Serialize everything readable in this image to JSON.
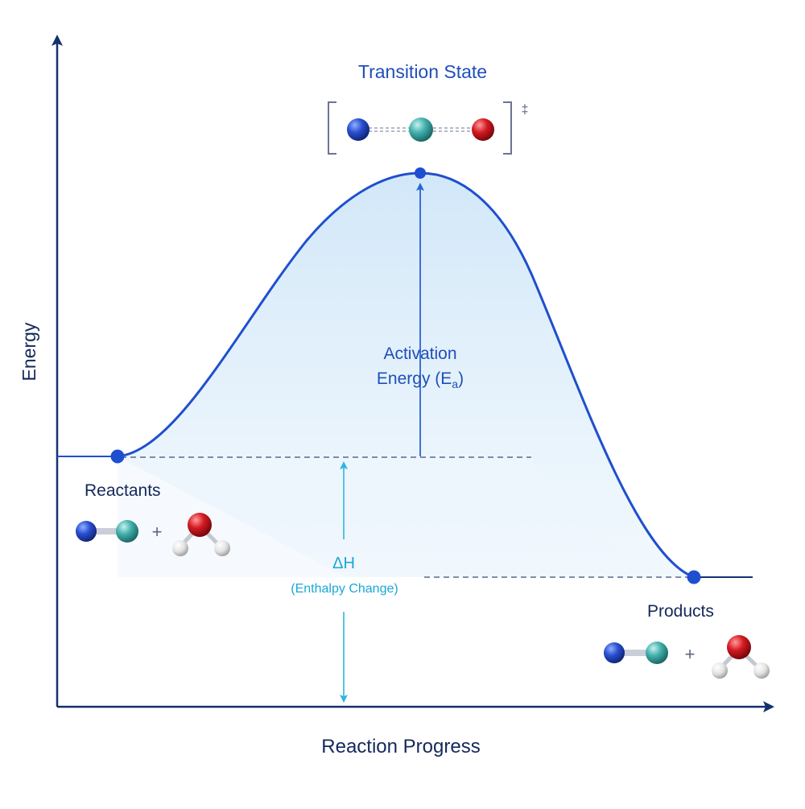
{
  "axes": {
    "y_label": "Energy",
    "x_label": "Reaction Progress"
  },
  "transition_state": {
    "title": "Transition State",
    "symbol": "‡"
  },
  "reactants": {
    "label": "Reactants",
    "plus": "+"
  },
  "products": {
    "label": "Products",
    "plus": "+"
  },
  "activation_energy": {
    "line1": "Activation",
    "line2_main": "Energy (E",
    "line2_sub": "a",
    "line2_close": ")"
  },
  "enthalpy": {
    "symbol": "ΔH",
    "caption": "(Enthalpy Change)"
  },
  "colors": {
    "axis": "#15306e",
    "curve": "#1f4fcf",
    "fill": "#dbeefa",
    "dashed": "#5a6a8a",
    "ea_arrow": "#2a63d4",
    "dh_arrow": "#2fb4e0",
    "atom_blue": "#1c3fb0",
    "atom_teal": "#3aa9a6",
    "atom_red": "#d0161e",
    "atom_white": "#e6e6e6"
  }
}
